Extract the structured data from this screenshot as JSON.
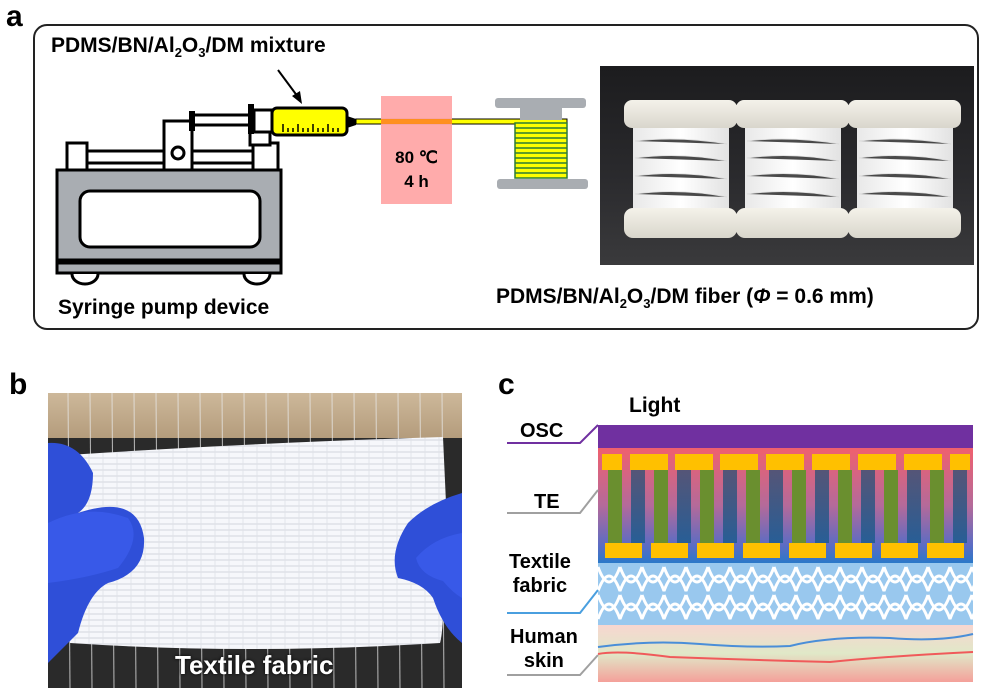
{
  "panel_a": {
    "letter": "a",
    "mixture_label": {
      "main1": "PDMS/BN/Al",
      "sub1": "2",
      "main2": "O",
      "sub2": "3",
      "main3": "/DM mixture"
    },
    "heat_box": {
      "line1": "80 ℃",
      "line2": "4 h",
      "color": "#ffa7a7"
    },
    "pump_label": "Syringe pump device",
    "fiber_label": {
      "main1": "PDMS/BN/Al",
      "sub1": "2",
      "main2": "O",
      "sub2": "3",
      "main3": "/DM fiber (",
      "phi": "Φ",
      "main4": " = 0.6 mm)"
    },
    "colors": {
      "syringe_fill": "#ffff00",
      "pump_body": "#a9adb2",
      "spool": "#a9adb2",
      "coil_green": "#2e7d32"
    }
  },
  "panel_b": {
    "letter": "b",
    "caption": "Textile fabric"
  },
  "panel_c": {
    "letter": "c",
    "light_label": "Light",
    "layers": [
      {
        "label": "OSC",
        "line_color": "#7030a0"
      },
      {
        "label": "TE",
        "line_color": "#a0a0a0"
      },
      {
        "label_line1": "Textile",
        "label_line2": "fabric",
        "line_color": "#4a9fdf"
      },
      {
        "label_line1": "Human",
        "label_line2": "skin",
        "line_color": "#a0a0a0"
      }
    ],
    "colors": {
      "osc": "#7030a0",
      "electrode": "#ffc000",
      "p_leg": "#6a8f2f",
      "n_leg": "#3a5a8a",
      "fabric": "#99c8ee",
      "skin_top": "#f8d8d0",
      "skin_bottom": "#f4a09a"
    }
  }
}
